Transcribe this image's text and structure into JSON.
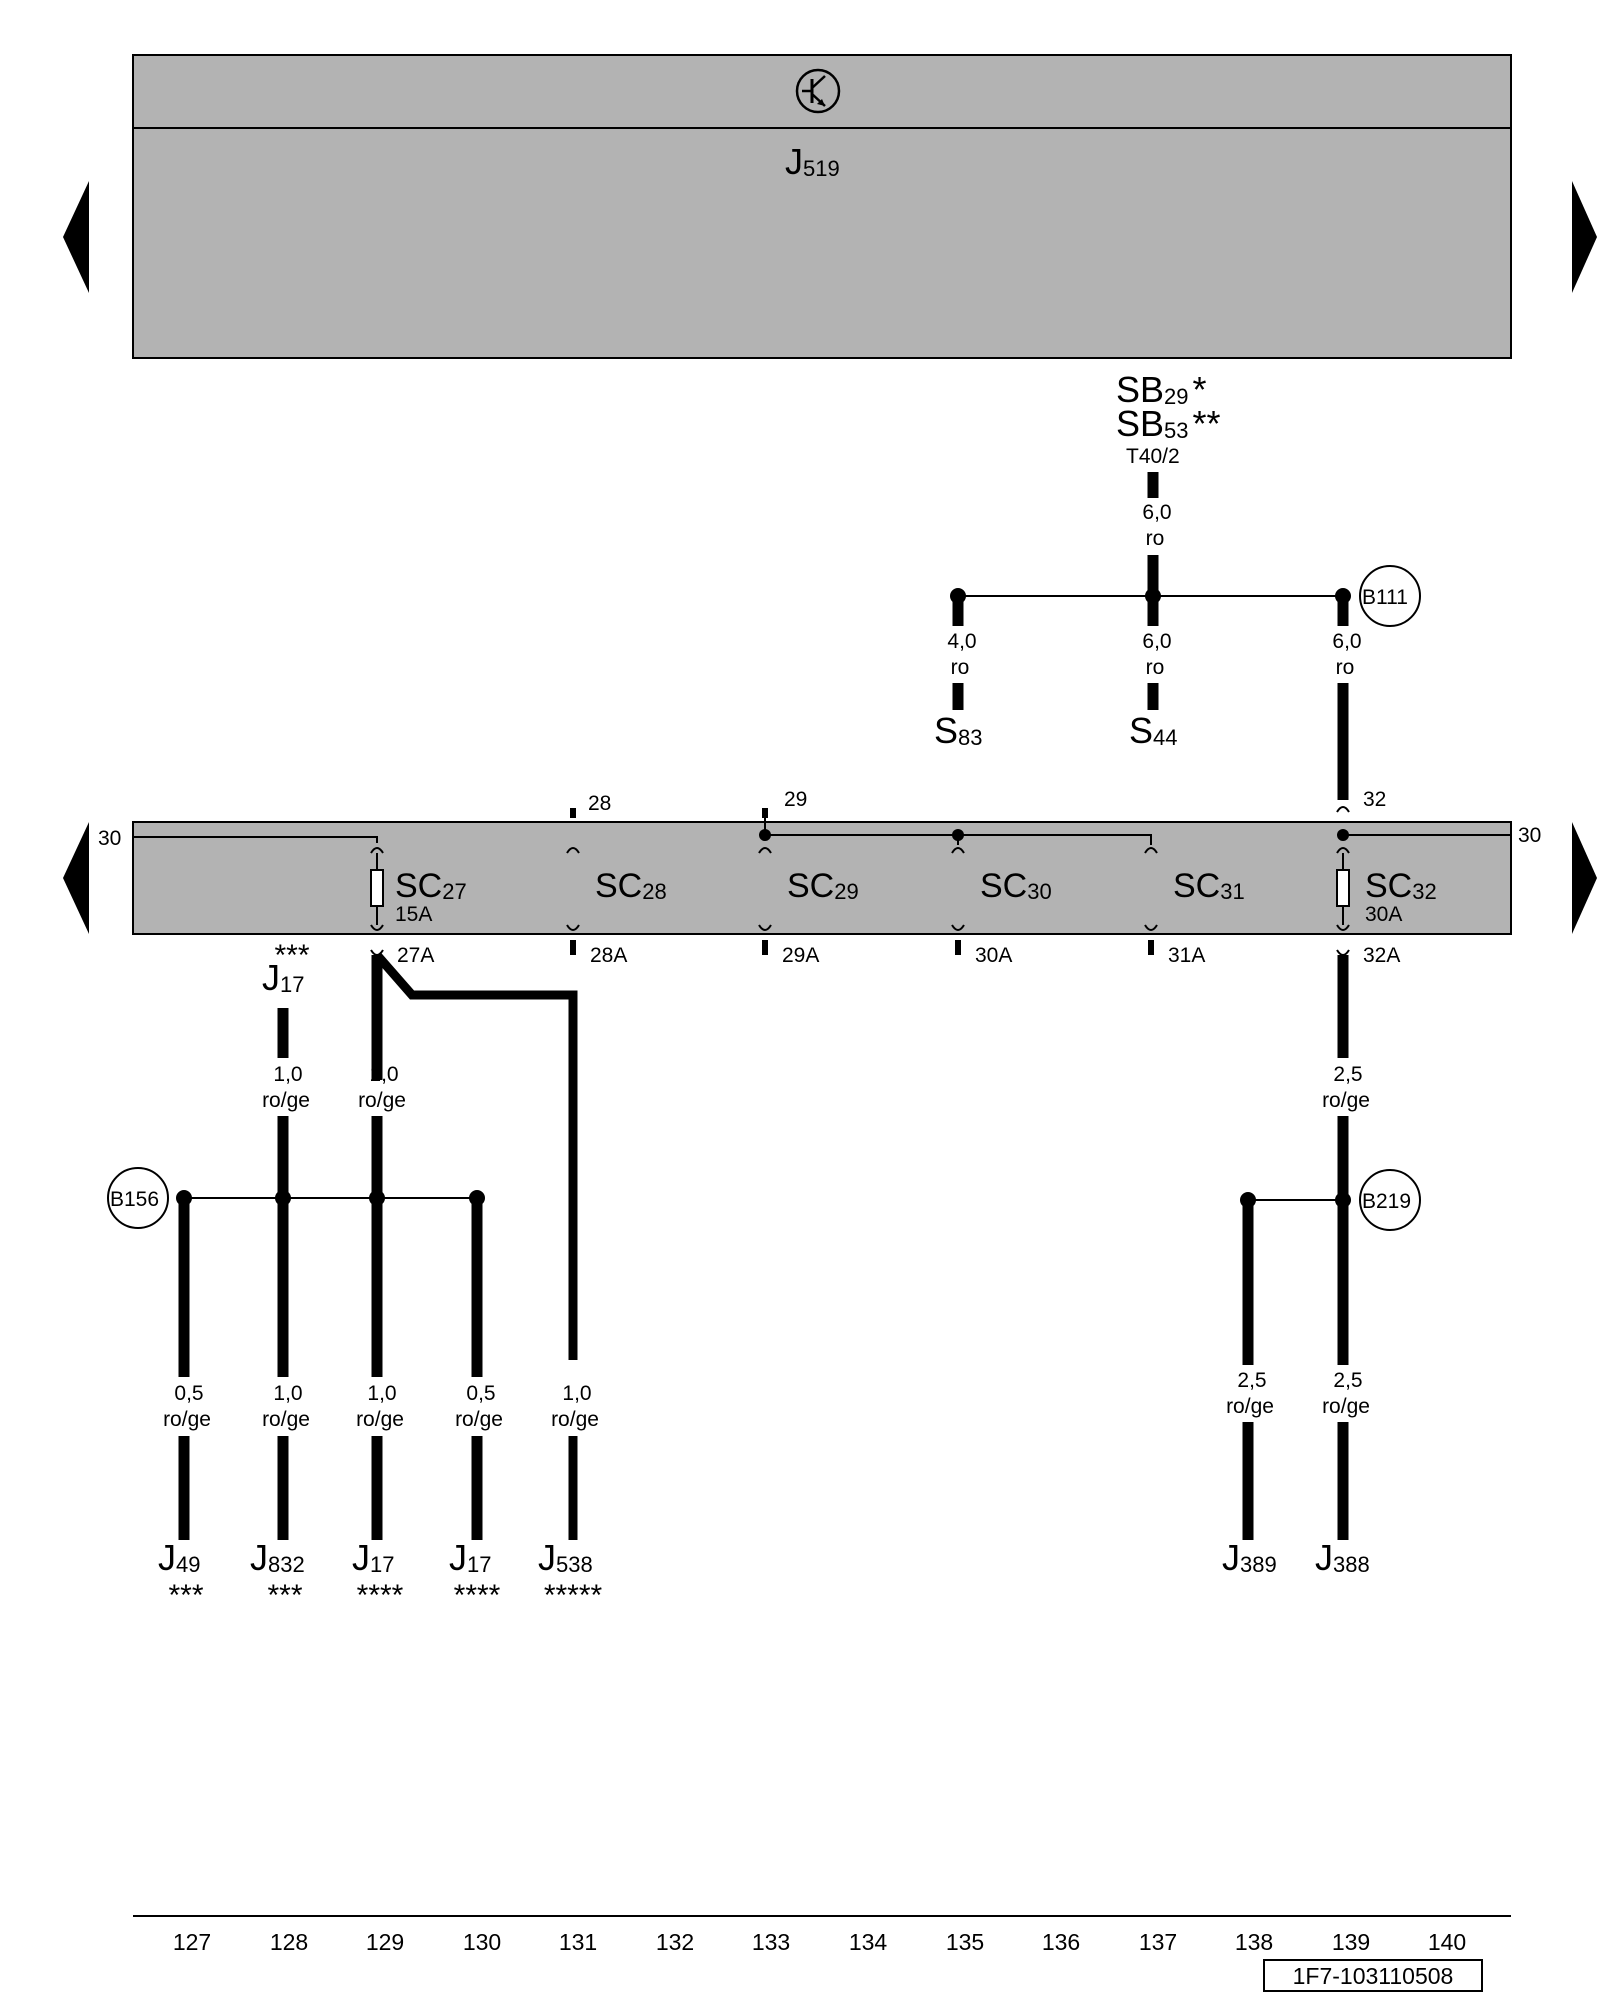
{
  "control_unit": {
    "main": "J",
    "sub": "519"
  },
  "supply": {
    "line1": {
      "main": "SB",
      "sub": "29",
      "stars": "*"
    },
    "line2": {
      "main": "SB",
      "sub": "53",
      "stars": "**"
    },
    "connector": "T40/2"
  },
  "wires": {
    "main": {
      "size": "6,0",
      "color": "ro"
    },
    "s83": {
      "size": "4,0",
      "color": "ro"
    },
    "s44": {
      "size": "6,0",
      "color": "ro"
    },
    "b111": {
      "size": "6,0",
      "color": "ro"
    },
    "c129": {
      "size": "1,0",
      "color": "ro/ge"
    },
    "c128": {
      "size": "1,0",
      "color": "ro/ge"
    },
    "sc32out": {
      "size": "2,5",
      "color": "ro/ge"
    },
    "j49": {
      "size": "0,5",
      "color": "ro/ge"
    },
    "j832": {
      "size": "1,0",
      "color": "ro/ge"
    },
    "j17a": {
      "size": "1,0",
      "color": "ro/ge"
    },
    "j17b": {
      "size": "0,5",
      "color": "ro/ge"
    },
    "j538": {
      "size": "1,0",
      "color": "ro/ge"
    },
    "j389": {
      "size": "2,5",
      "color": "ro/ge"
    },
    "j388": {
      "size": "2,5",
      "color": "ro/ge"
    }
  },
  "splices": {
    "b111": "B111",
    "b156": "B156",
    "b219": "B219"
  },
  "s83": {
    "main": "S",
    "sub": "83"
  },
  "s44": {
    "main": "S",
    "sub": "44"
  },
  "fuse_box": {
    "terminal_left": "30",
    "terminal_right": "30",
    "fuses": [
      {
        "main": "SC",
        "sub": "27",
        "rating": "15A",
        "in": "",
        "out": "27A"
      },
      {
        "main": "SC",
        "sub": "28",
        "rating": "",
        "in": "28",
        "out": "28A"
      },
      {
        "main": "SC",
        "sub": "29",
        "rating": "",
        "in": "29",
        "out": "29A"
      },
      {
        "main": "SC",
        "sub": "30",
        "rating": "",
        "in": "",
        "out": "30A"
      },
      {
        "main": "SC",
        "sub": "31",
        "rating": "",
        "in": "",
        "out": "31A"
      },
      {
        "main": "SC",
        "sub": "32",
        "rating": "30A",
        "in": "32",
        "out": "32A"
      }
    ]
  },
  "top_j17": {
    "main": "J",
    "sub": "17",
    "stars": "***"
  },
  "components": [
    {
      "main": "J",
      "sub": "49",
      "stars": "***"
    },
    {
      "main": "J",
      "sub": "832",
      "stars": "***"
    },
    {
      "main": "J",
      "sub": "17",
      "stars": "****"
    },
    {
      "main": "J",
      "sub": "17",
      "stars": "****"
    },
    {
      "main": "J",
      "sub": "538",
      "stars": "*****"
    },
    {
      "main": "J",
      "sub": "389",
      "stars": ""
    },
    {
      "main": "J",
      "sub": "388",
      "stars": ""
    }
  ],
  "axis": [
    "127",
    "128",
    "129",
    "130",
    "131",
    "132",
    "133",
    "134",
    "135",
    "136",
    "137",
    "138",
    "139",
    "140"
  ],
  "diagram_id": "1F7-103110508",
  "colors": {
    "panel": "#b3b3b3",
    "line": "#000000",
    "background": "#ffffff"
  }
}
